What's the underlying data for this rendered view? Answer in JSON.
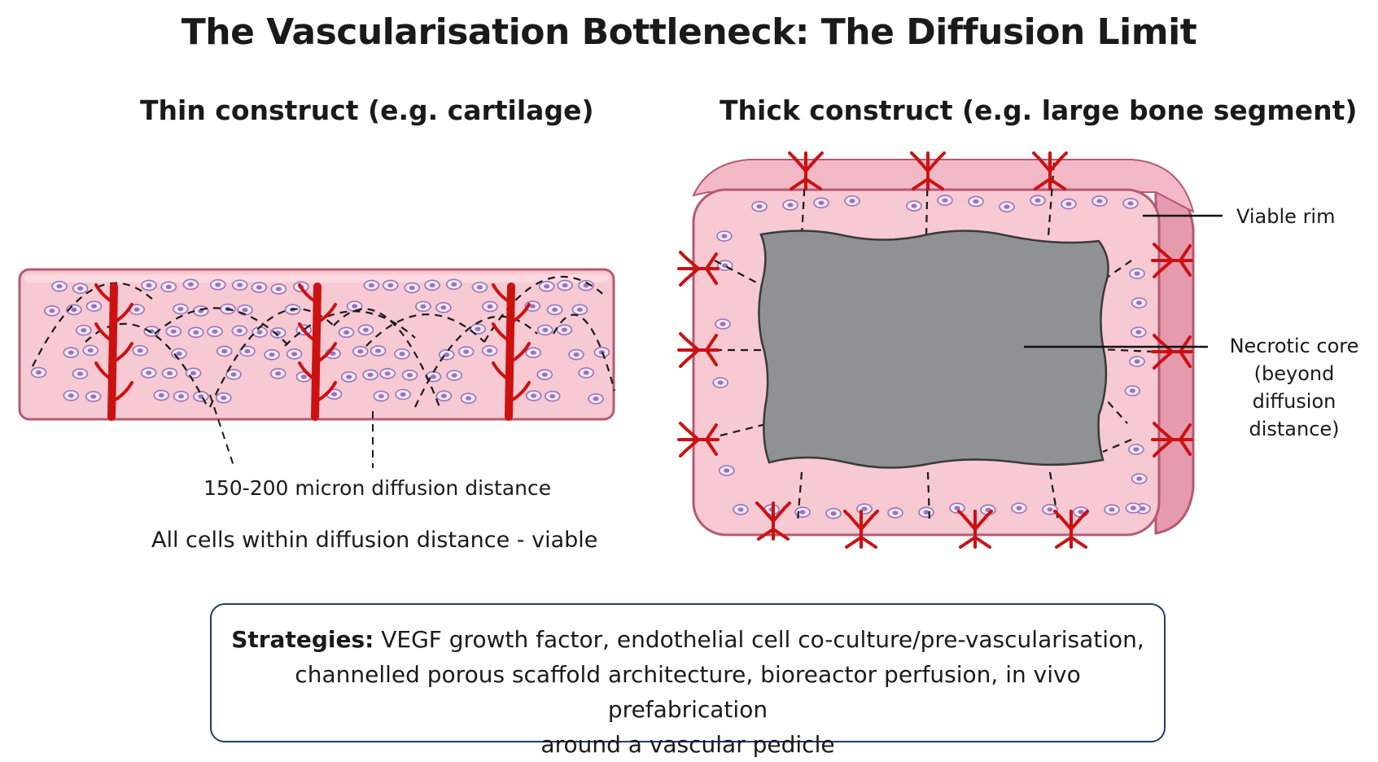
{
  "title": "The Vascularisation Bottleneck: The Diffusion Limit",
  "thin": {
    "heading": "Thin construct (e.g. cartilage)",
    "diffusion_label": "150-200 micron diffusion distance",
    "viability_label": "All cells within diffusion distance - viable"
  },
  "thick": {
    "heading": "Thick construct (e.g. large bone segment)",
    "rim_label": "Viable rim",
    "core_label_1": "Necrotic core",
    "core_label_2": "(beyond diffusion",
    "core_label_3": "distance)"
  },
  "strategies": {
    "lead": "Strategies:",
    "line1": "VEGF growth factor, endothelial cell co-culture/pre-vascularisation,",
    "line2": "channelled porous scaffold architecture, bioreactor perfusion, in vivo prefabrication",
    "line3": "around a vascular pedicle"
  },
  "colors": {
    "tissue": "#f7c9d2",
    "tissue_edge": "#b45a74",
    "vessel": "#cc1111",
    "cell": "#9a73b8",
    "necrotic": "#8f9194",
    "box_border": "#1f3c6b"
  }
}
